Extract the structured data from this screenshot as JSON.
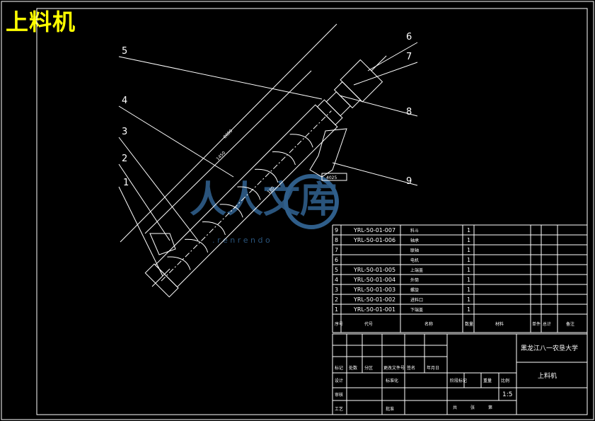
{
  "title": "上料机",
  "callouts": [
    "1",
    "2",
    "3",
    "4",
    "5",
    "6",
    "7",
    "8",
    "9"
  ],
  "watermark": {
    "brand": "人人文库",
    "url": ". r e n r e n d o"
  },
  "dimensions": {
    "overall": "8080",
    "partial": "1450",
    "small": "180",
    "hopper": "4025"
  },
  "bom_rows": [
    {
      "no": "9",
      "code": "YRL-50-01-007",
      "name": "料斗",
      "qty": "1"
    },
    {
      "no": "8",
      "code": "YRL-50-01-006",
      "name": "轴承",
      "qty": "1"
    },
    {
      "no": "7",
      "code": "",
      "name": "联轴",
      "qty": "1"
    },
    {
      "no": "6",
      "code": "",
      "name": "电机",
      "qty": "1"
    },
    {
      "no": "5",
      "code": "YRL-50-01-005",
      "name": "上端盖",
      "qty": "1"
    },
    {
      "no": "4",
      "code": "YRL-50-01-004",
      "name": "外筒",
      "qty": "1"
    },
    {
      "no": "3",
      "code": "YRL-50-01-003",
      "name": "螺旋",
      "qty": "1"
    },
    {
      "no": "2",
      "code": "YRL-50-01-002",
      "name": "进料口",
      "qty": "1"
    },
    {
      "no": "1",
      "code": "YRL-50-01-001",
      "name": "下端盖",
      "qty": "1"
    }
  ],
  "bom_header": {
    "no": "序号",
    "code": "代号",
    "name": "名称",
    "qty": "数量",
    "material": "材料",
    "weight_single": "单件",
    "weight_total": "总计",
    "note": "备注"
  },
  "title_block": {
    "school": "黑龙江八一农垦大学",
    "drawing_name": "上料机",
    "scale": "1:5",
    "labels": [
      "标记",
      "处数",
      "分区",
      "更改文件号",
      "签名",
      "年月日",
      "设计",
      "标准化",
      "审核",
      "工艺",
      "批准",
      "阶段标记",
      "重量",
      "比例",
      "共",
      "张",
      "第"
    ]
  }
}
